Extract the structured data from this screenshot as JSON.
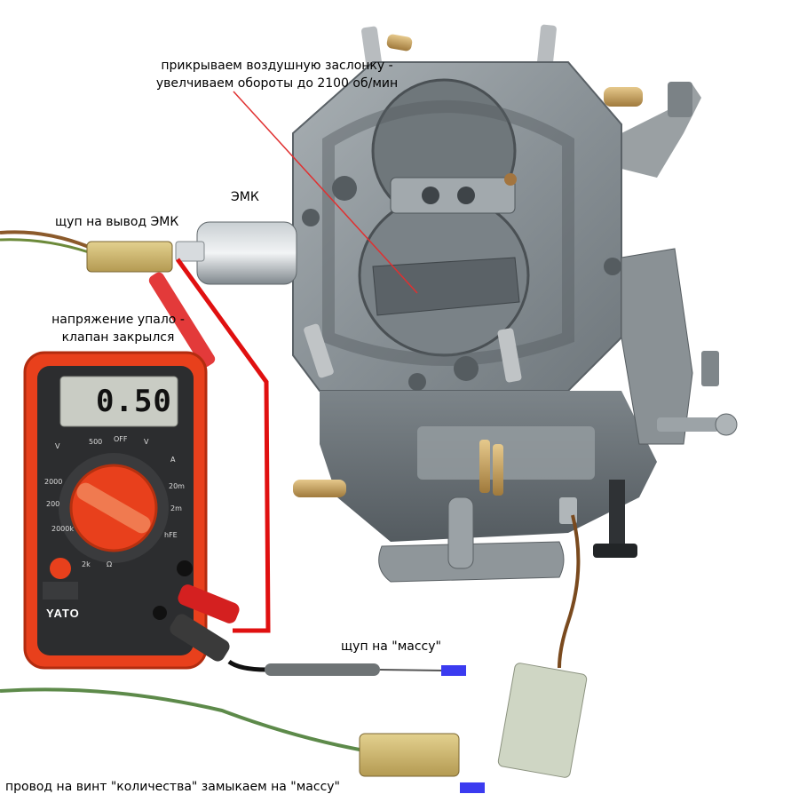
{
  "annotations": {
    "air_damper": [
      "прикрываем воздушную заслонку -",
      "увелчиваем обороты до 2100 об/мин"
    ],
    "emk_label": "ЭМК",
    "probe_emk": "щуп на вывод ЭМК",
    "voltage_dropped": [
      "напряжение упало -",
      "клапан закрылся"
    ],
    "probe_ground": "щуп на \"массу\"",
    "wire_ground": "провод на винт \"количества\" замыкаем на \"массу\""
  },
  "multimeter": {
    "brand": "YATO",
    "reading": "0.50"
  },
  "colors": {
    "marker": "#3b3bf0",
    "pointer_line": "#e03030",
    "red_lead": "#e01010",
    "meter_body": "#e8401c"
  }
}
